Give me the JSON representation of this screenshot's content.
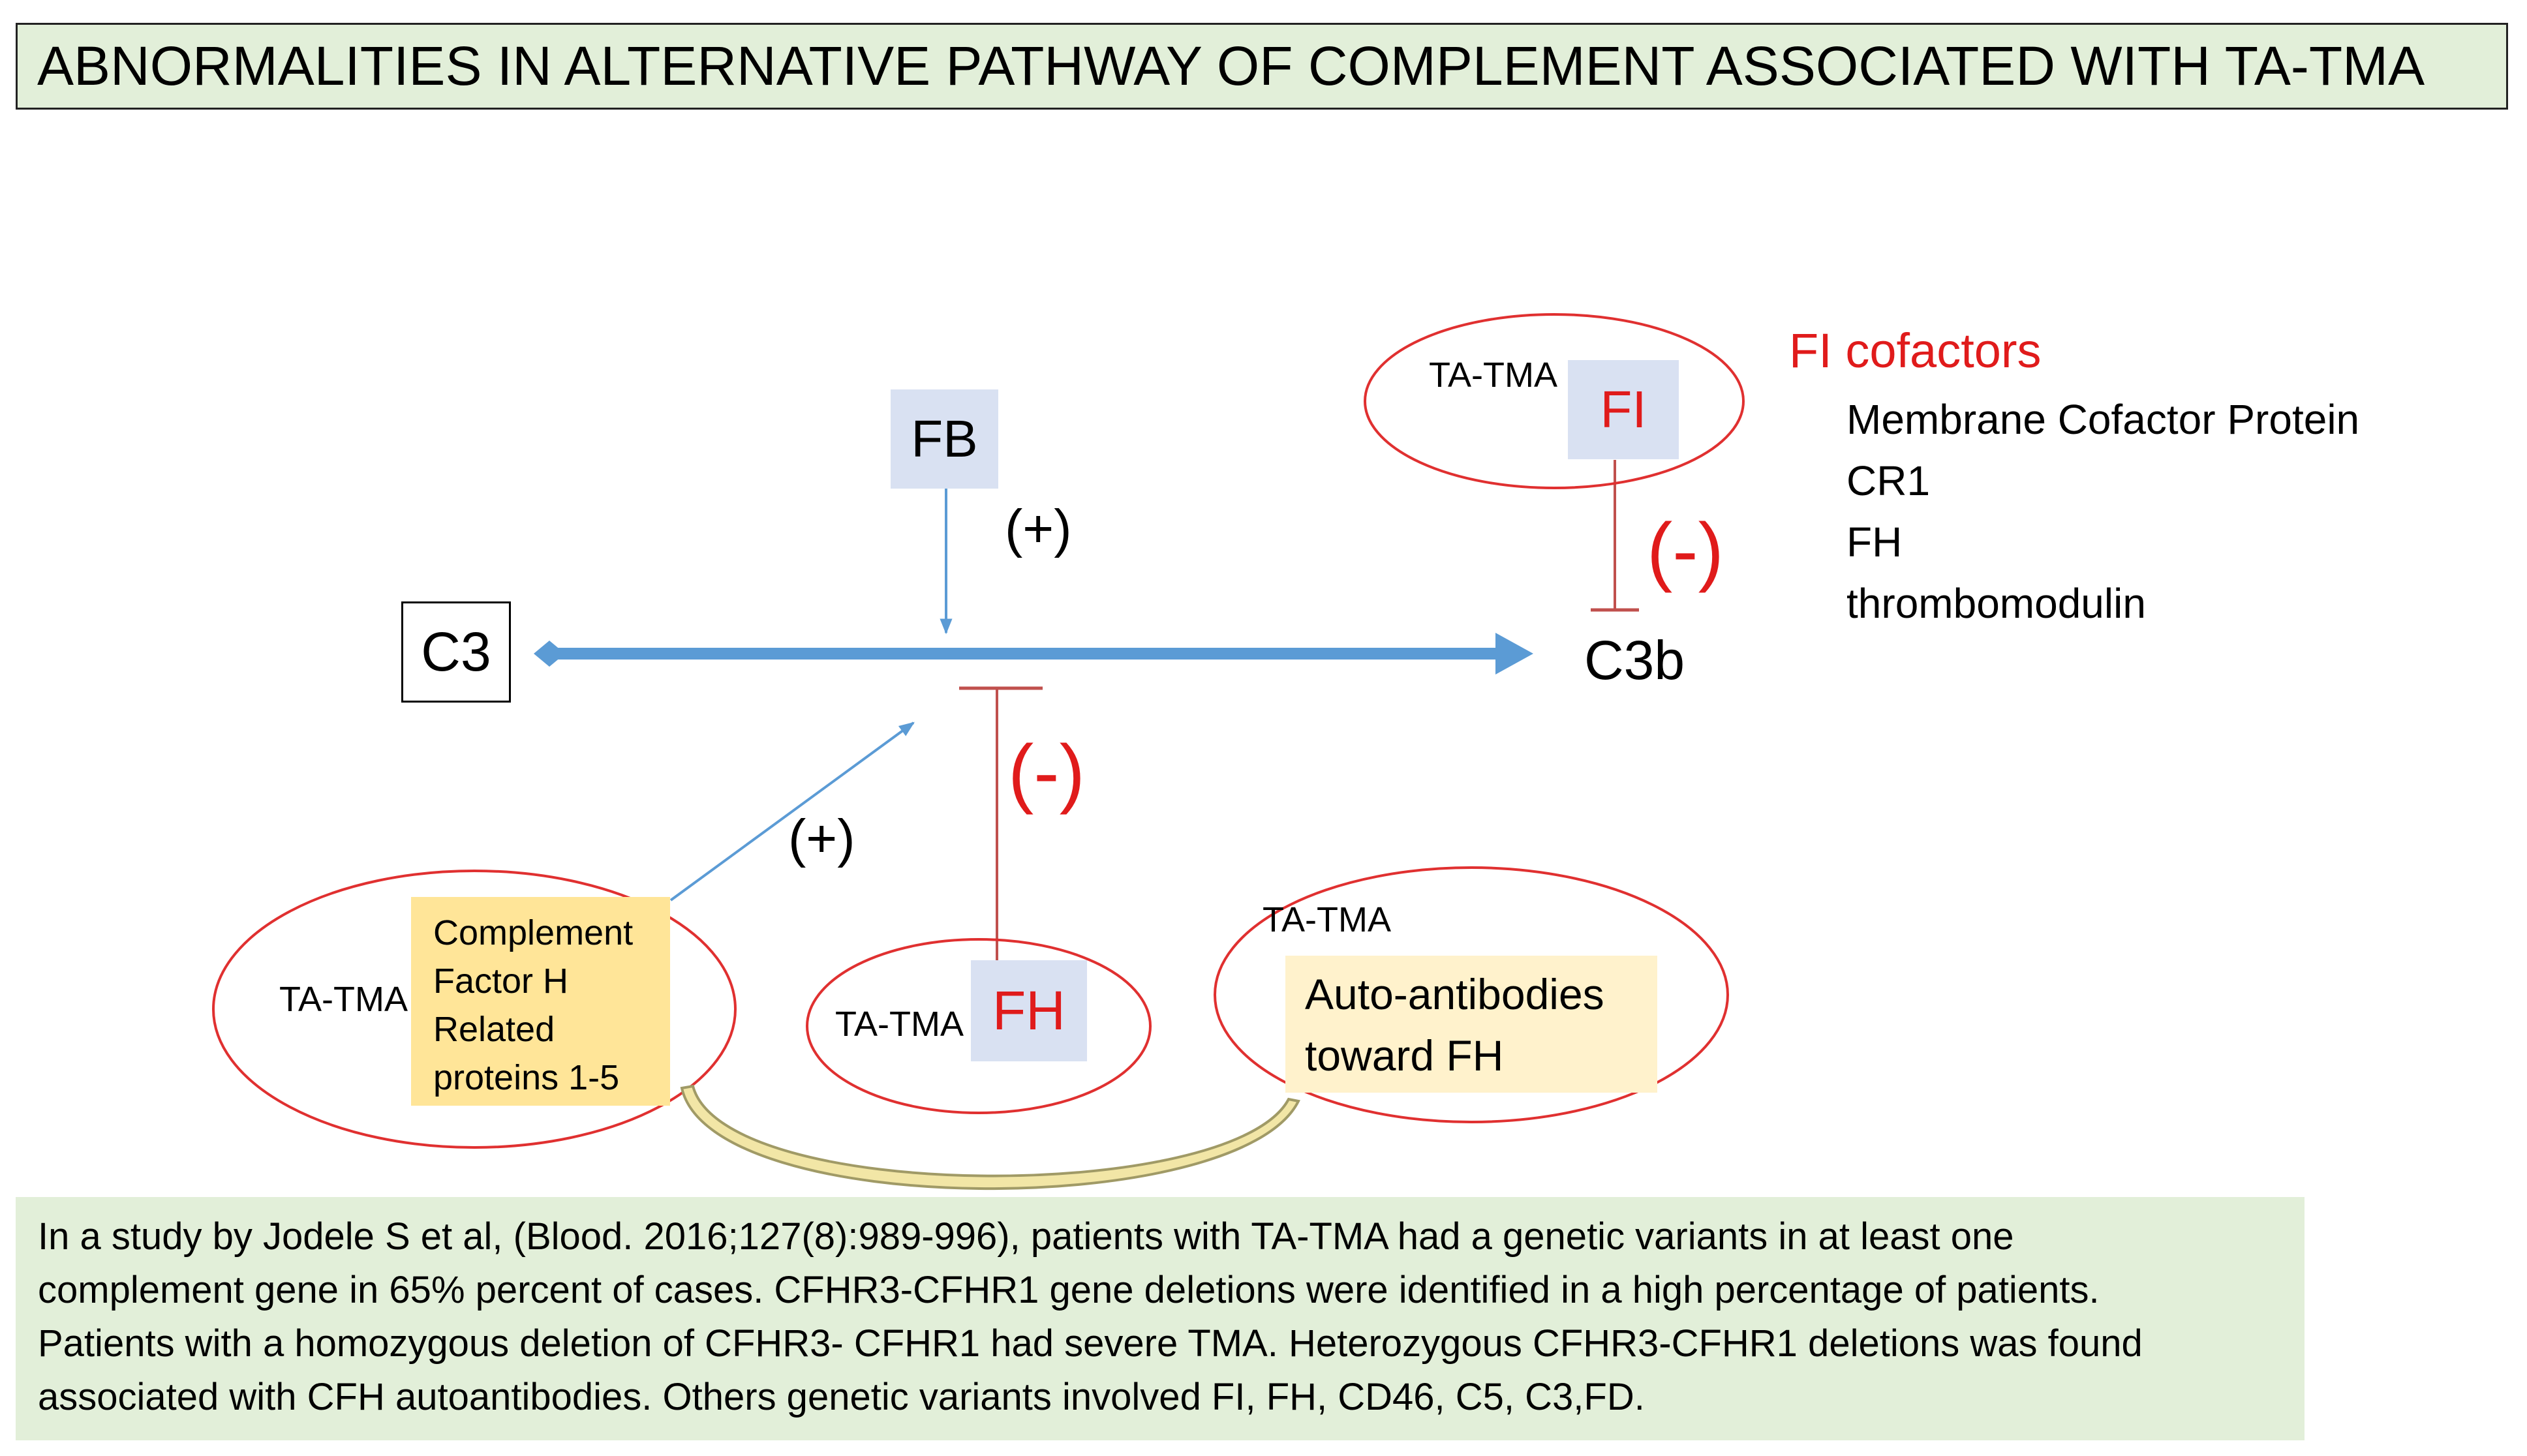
{
  "title": "ABNORMALITIES IN ALTERNATIVE PATHWAY OF COMPLEMENT ASSOCIATED WITH TA-TMA",
  "nodes": {
    "c3": "C3",
    "c3b": "C3b",
    "fb": "FB",
    "fi": "FI",
    "fh": "FH",
    "cfhr": [
      "Complement",
      "Factor H",
      "Related",
      "proteins 1-5"
    ],
    "auto_antibodies": [
      "Auto-antibodies",
      "toward FH"
    ]
  },
  "ta_tma_label": "TA-TMA",
  "signs": {
    "plus": "(+)",
    "minus": "(-)"
  },
  "fi_cofactors": {
    "heading": "FI cofactors",
    "items": [
      "Membrane Cofactor Protein",
      "CR1",
      "FH",
      "thrombomodulin"
    ]
  },
  "footer_lines": [
    "In a study by Jodele S et al, (Blood. 2016;127(8):989-996), patients with TA-TMA had a genetic variants in at least one",
    "complement gene in 65% percent of cases. CFHR3-CFHR1 gene deletions  were identified in a high percentage of patients.",
    "Patients with a homozygous deletion of CFHR3- CFHR1 had severe TMA. Heterozygous CFHR3-CFHR1 deletions was found",
    "associated with CFH autoantibodies. Others genetic variants involved FI, FH, CD46, C5, C3,FD."
  ],
  "colors": {
    "title_bg": "#e2efd9",
    "footer_bg": "#e2efd9",
    "main_arrow": "#5b9bd5",
    "inhibition": "#c0504d",
    "red_text": "#e01b1b",
    "node_blue": "#d9e1f2",
    "node_yellow": "#ffe598",
    "node_cream": "#fff2cc",
    "connector": "#f2e6a6"
  }
}
